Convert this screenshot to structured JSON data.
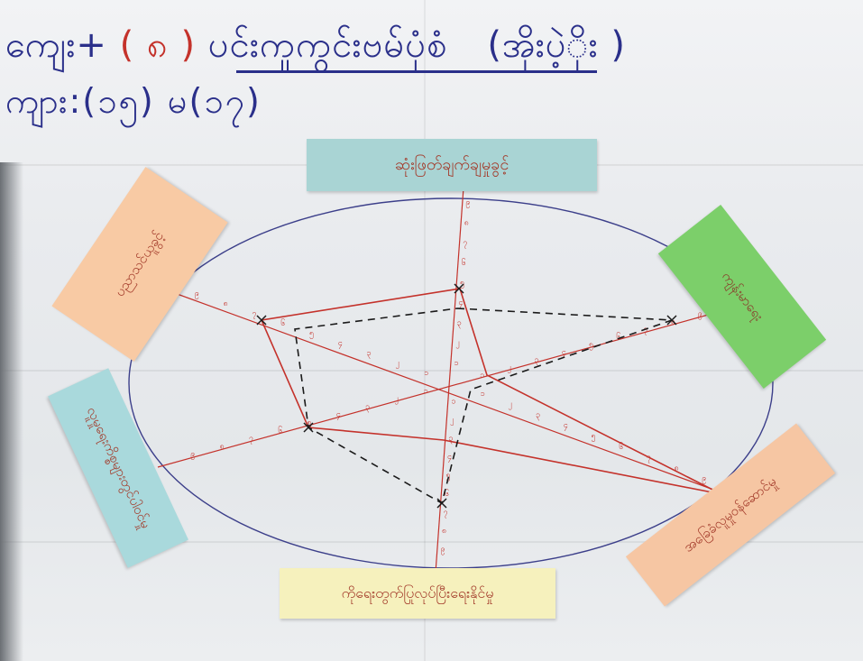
{
  "poster": {
    "title_line1_prefix": "ကျေး+",
    "title_line1_num": "( ၈ )",
    "title_line1_main": "ပင်းကူကွင်းဗမ်ပုံစံ",
    "title_line1_suffix": "(အိုးပဲ့ိုး )",
    "title_line2": "ကျား:(၁၅)   မ(၁၇)"
  },
  "spokes": {
    "top": "ဆုံးဖြတ်ချက်ချမှုခွင့်",
    "top_right": "ကျန်းမာရေး",
    "bottom_right": "အခြေခံလူမှုဝန်ဆောင်မှု",
    "bottom": "ကိုရေး‌တွက်ပြုလုပ်ပြီးရေးနိုင်မှု",
    "left": "လူမှုရေးကိစ္စများတွင်ပါဝင်မှု",
    "top_left": "ပညာသင်ယူခွင့်"
  },
  "axis_ticks": [
    "၁",
    "၂",
    "၃",
    "၄",
    "၅",
    "၆",
    "၇",
    "၈",
    "၉"
  ],
  "colors": {
    "ink_blue": "#2a2f8a",
    "red_line": "#c4322b",
    "black_dash": "#1a1a1a",
    "circle": "#3c3f8a"
  }
}
